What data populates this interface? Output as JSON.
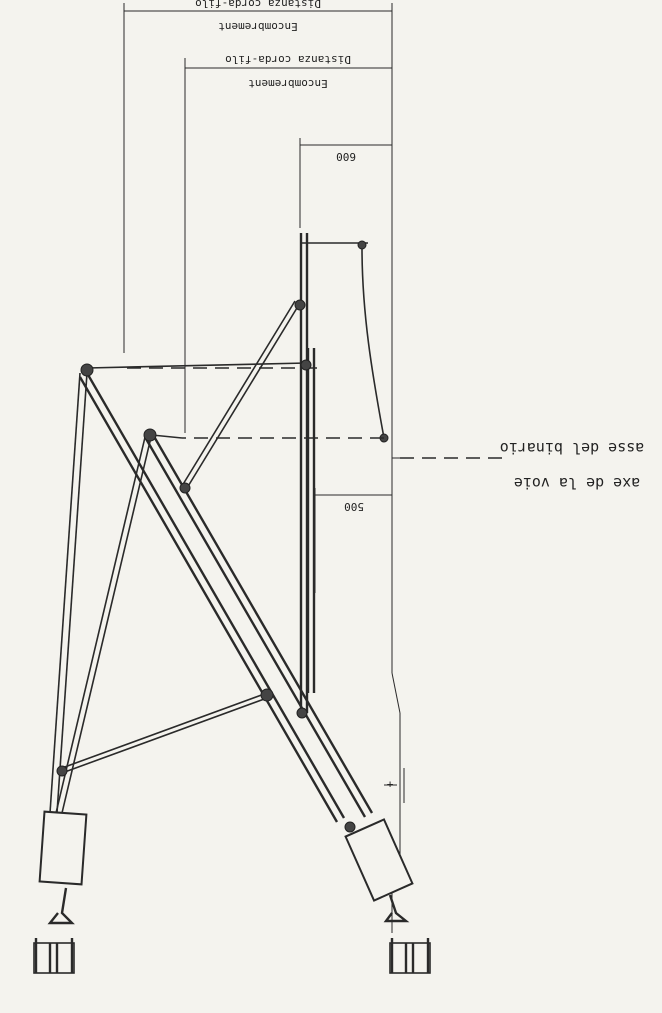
{
  "dimensions": {
    "total_width_top": "Distanza corda-filo",
    "total_width_bottom": "Encombrement",
    "inner_width_top": "Distanza corda-filo",
    "inner_width_bottom": "Encombrement",
    "dim_600": "600",
    "dim_500": "500"
  },
  "axis": {
    "line1": "axe de la voie",
    "line2": "asse del binario"
  },
  "ground_mark": "+",
  "colors": {
    "ink": "#2a2a2a",
    "paper": "#f4f3ee"
  }
}
